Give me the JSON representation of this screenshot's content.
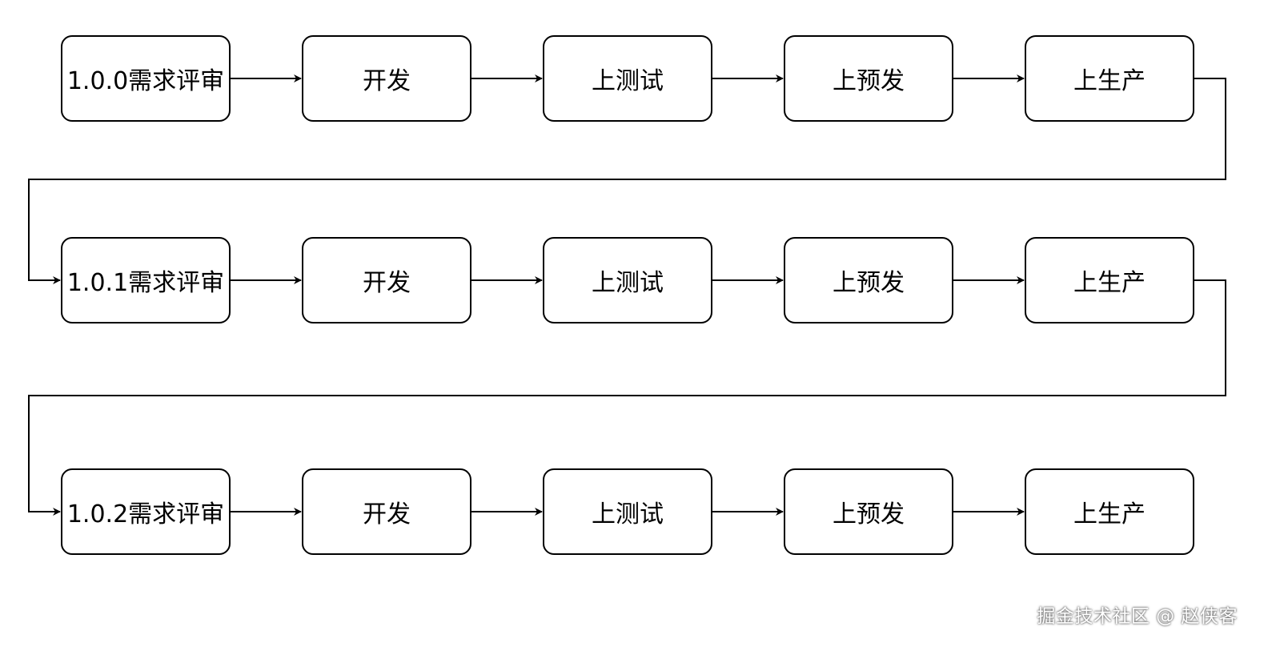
{
  "diagram": {
    "rows": [
      {
        "steps": [
          "1.0.0需求评审",
          "开发",
          "上测试",
          "上预发",
          "上生产"
        ]
      },
      {
        "steps": [
          "1.0.1需求评审",
          "开发",
          "上测试",
          "上预发",
          "上生产"
        ]
      },
      {
        "steps": [
          "1.0.2需求评审",
          "开发",
          "上测试",
          "上预发",
          "上生产"
        ]
      }
    ],
    "connectors": [
      {
        "from": "rows.0.steps.4",
        "to": "rows.1.steps.0"
      },
      {
        "from": "rows.1.steps.4",
        "to": "rows.2.steps.0"
      }
    ]
  },
  "watermark": "掘金技术社区 @ 赵侠客"
}
